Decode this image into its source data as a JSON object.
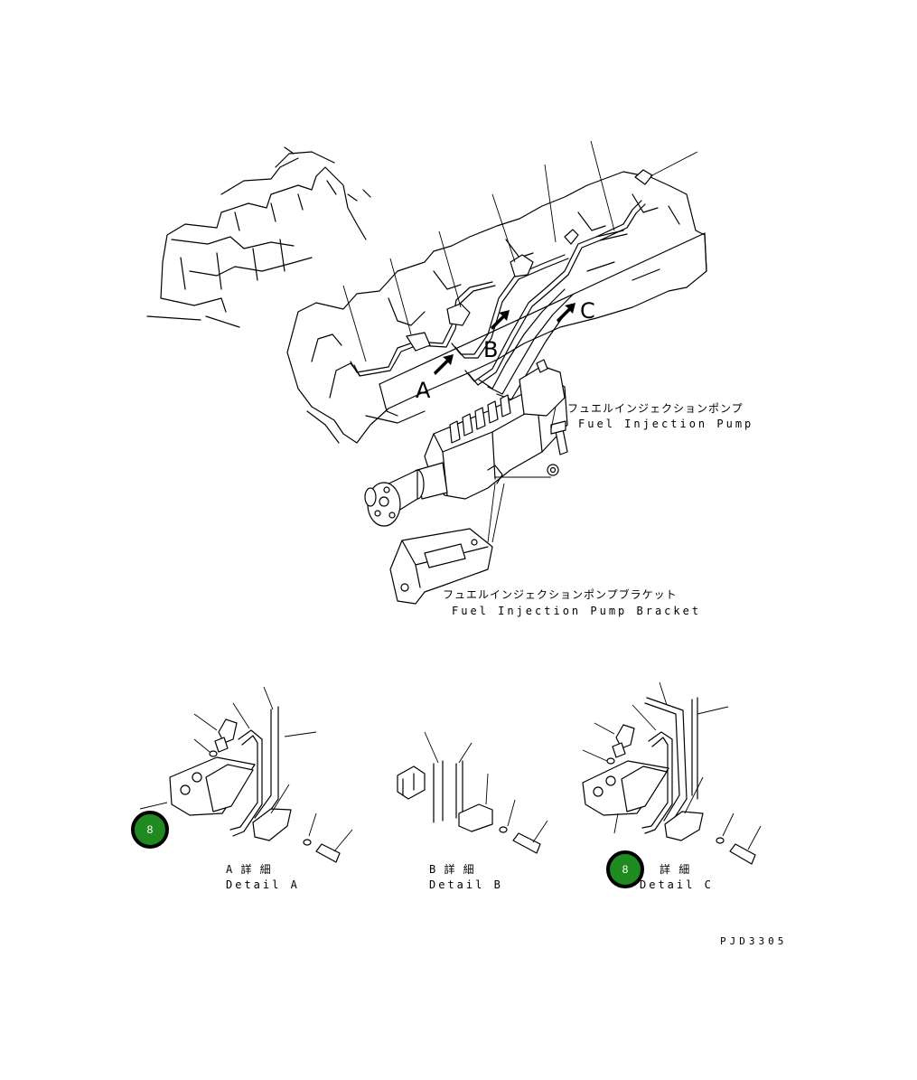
{
  "labels": {
    "pump_jp": "フュエルインジェクションポンプ",
    "pump_en": "Fuel Injection Pump",
    "bracket_jp": "フュエルインジェクションポンプブラケット",
    "bracket_en": "Fuel Injection Pump Bracket",
    "view_a": "A",
    "view_b": "B",
    "view_c": "C",
    "figure_code": "PJD3305"
  },
  "details": [
    {
      "jp": "A 詳 細",
      "en": "Detail A"
    },
    {
      "jp": "B 詳 細",
      "en": "Detail B"
    },
    {
      "jp": "詳 細",
      "en": "Detail C"
    }
  ],
  "markers": [
    {
      "label": "8"
    },
    {
      "label": "8"
    }
  ],
  "colors": {
    "marker_fill": "#1f8a1f",
    "line": "#000000",
    "background": "#ffffff"
  }
}
